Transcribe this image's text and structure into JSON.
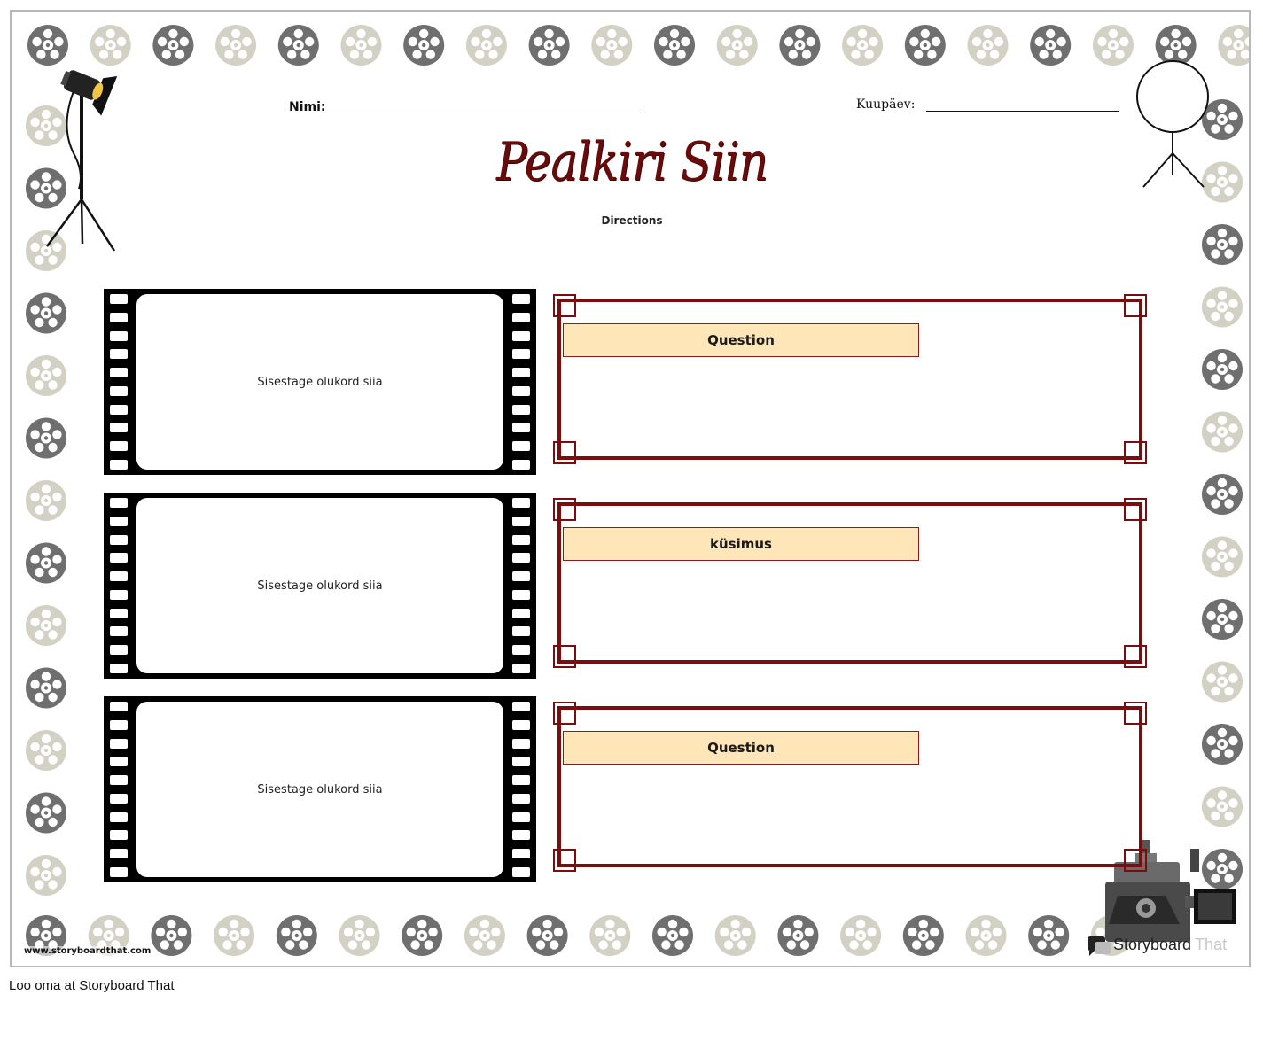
{
  "worksheet": {
    "name_label": "Nimi:",
    "date_label": "Kuupäev:",
    "title": "Pealkiri Siin",
    "directions": "Directions",
    "rows": [
      {
        "scene_text": "Sisestage olukord siia",
        "question_label": "Question"
      },
      {
        "scene_text": "Sisestage olukord siia",
        "question_label": "küsimus"
      },
      {
        "scene_text": "Sisestage olukord siia",
        "question_label": "Question"
      }
    ],
    "website": "www.storyboardthat.com",
    "brand": {
      "part1": "Storyboard",
      "part2": "That"
    }
  },
  "footer_text": "Loo oma at Storyboard That",
  "colors": {
    "accent_red": "#7a0e0e",
    "question_fill": "#ffe6b8",
    "reel_dark": "#6f6f6f",
    "reel_light": "#d3d0c4"
  },
  "icons": [
    "film-reel-icon",
    "spotlight-icon",
    "studio-light-icon",
    "movie-camera-icon",
    "storyboard-logo-icon"
  ]
}
